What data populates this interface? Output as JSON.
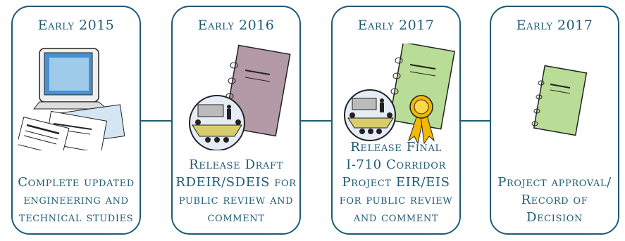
{
  "milestones": [
    {
      "date": "Early 2015",
      "lines": [
        "Complete updated",
        "engineering and",
        "technical studies"
      ],
      "icon": "computer-documents-icon"
    },
    {
      "date": "Early 2016",
      "lines": [
        "Release Draft",
        "RDEIR/SDEIS for",
        "public review and",
        "comment"
      ],
      "icon": "draft-report-meeting-icon"
    },
    {
      "date": "Early 2017",
      "lines": [
        "Release Final",
        "I-710 Corridor",
        "Project EIR/EIS",
        "for public review",
        "and comment"
      ],
      "icon": "final-report-award-icon"
    },
    {
      "date": "Early 2017",
      "lines": [
        "Project approval/",
        "Record of",
        "Decision"
      ],
      "icon": "approval-notebook-icon"
    }
  ],
  "colors": {
    "accent": "#1f5b73",
    "draft_report": "#b39aa6",
    "final_report": "#b9dc96",
    "ribbon": "#f5b800"
  }
}
